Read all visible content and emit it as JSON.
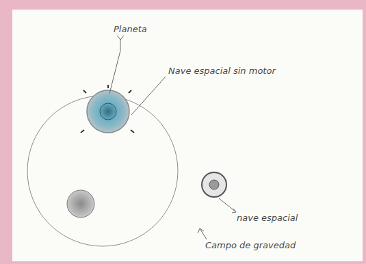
{
  "diagram": {
    "labels": [
      "Planeta",
      "Nave espacial sin motor",
      "nave espacial",
      "Campo de gravedad"
    ]
  }
}
